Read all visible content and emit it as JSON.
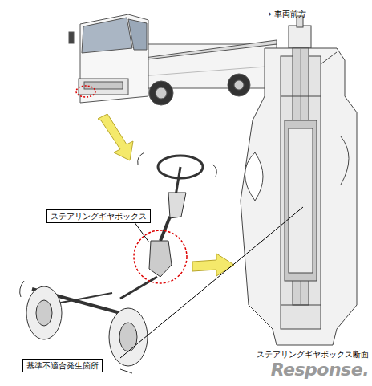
{
  "diagram": {
    "nodes": [
      {
        "text": [
          "ステアリングギヤボックス"
        ]
      },
      {
        "text": [
          "基準不適合発生箇所"
        ]
      }
    ],
    "labels": [
      "→ 車両前方",
      "ステアリングギヤボックス断面",
      "Response."
    ]
  }
}
